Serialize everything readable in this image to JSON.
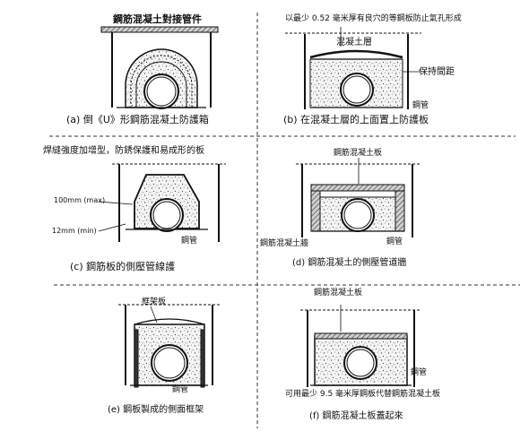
{
  "panels": {
    "a": {
      "title": "鋼筋混凝土對接管件",
      "caption": "(a) 倒《U》形鋼筋混凝土防護箱",
      "label_pipe": ""
    },
    "b": {
      "header": "以最少 0.52 毫米厚有良穴的等鋼板防止氣孔形成",
      "label_concrete": "混凝土層",
      "label_gap": "保持間距",
      "label_pipe": "鋼管",
      "caption": "(b) 在混凝土層的上面置上防護板"
    },
    "c": {
      "header": "焊縫強度加增型，防銹保護和易成形的板",
      "label_max": "100mm (max)",
      "label_min": "12mm (min)",
      "label_pipe": "鋼管",
      "caption": "(c) 鋼筋板的側壓管線護"
    },
    "d": {
      "label_top": "鋼筋混凝土板",
      "label_wall": "鋼筋混凝土牆",
      "label_pipe": "鋼管",
      "caption": "(d) 鋼筋混凝土的側壓管道牆"
    },
    "e": {
      "label_top": "框架板",
      "label_pipe": "鋼管",
      "caption": "(e) 鋼板製成的側面框架"
    },
    "f": {
      "label_top": "鋼筋混凝土板",
      "label_pipe": "鋼管",
      "label_bottom": "可用最少 9.5 毫米厚鋼板代替鋼筋混凝土板",
      "caption": "(f) 鋼筋混凝土板蓋起來"
    }
  }
}
